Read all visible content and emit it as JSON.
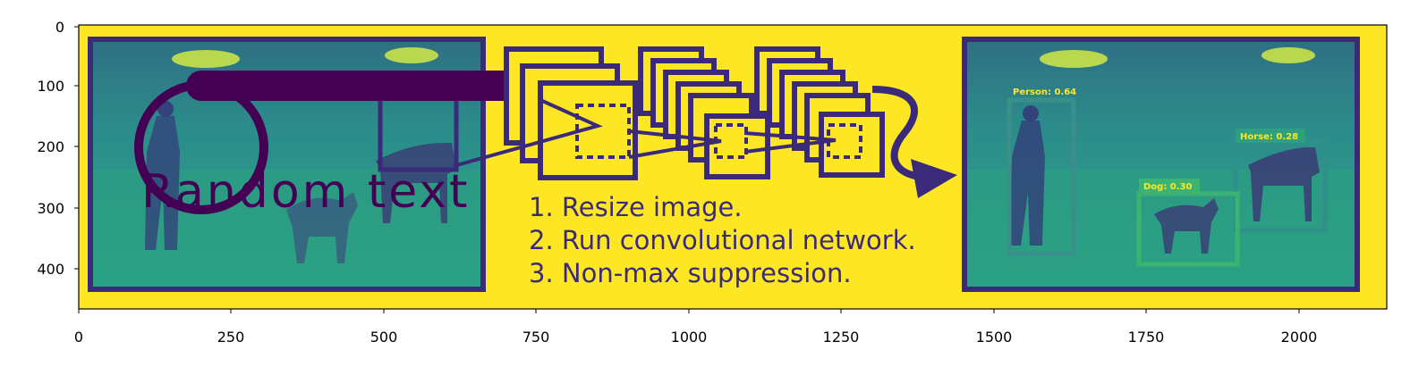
{
  "figure": {
    "x_ticks": [
      "0",
      "250",
      "500",
      "750",
      "1000",
      "1250",
      "1500",
      "1750",
      "2000"
    ],
    "y_ticks": [
      "0",
      "100",
      "200",
      "300",
      "400"
    ]
  },
  "overlay": {
    "random_text": "Random text"
  },
  "steps": [
    "1. Resize image.",
    "2. Run convolutional network.",
    "3. Non-max suppression."
  ],
  "detections": [
    {
      "label": "Person: 0.64"
    },
    {
      "label": "Horse: 0.28"
    },
    {
      "label": "Dog: 0.30"
    }
  ],
  "colors": {
    "background": "#fde725",
    "dark": "#440154",
    "frame": "#3b2a7a",
    "scene": "#2a9d8f",
    "box": "#3cb371"
  }
}
